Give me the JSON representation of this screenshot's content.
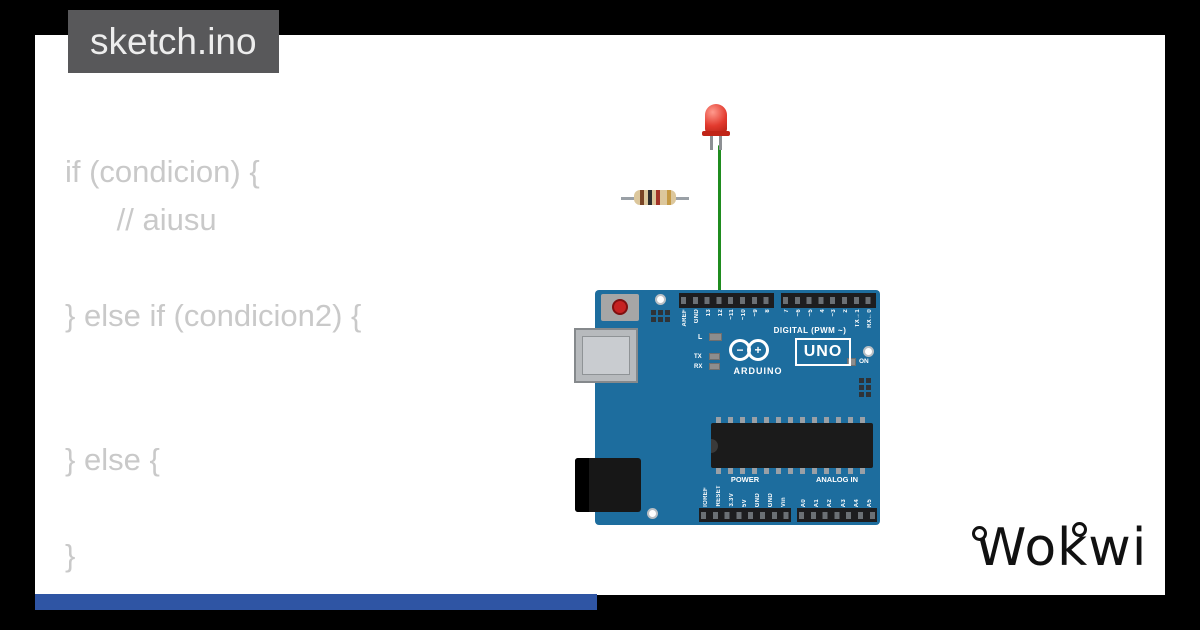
{
  "tab": {
    "title": "sketch.ino"
  },
  "code": {
    "text": "if (condicion) {\n      // aiusu\n\n} else if (condicion2) {\n\n\n} else {\n\n}"
  },
  "board": {
    "digital_section_label": "DIGITAL (PWM ~)",
    "brand": "ARDUINO",
    "model": "UNO",
    "minus": "−",
    "plus": "+",
    "power_section_label": "POWER",
    "analog_section_label": "ANALOG IN",
    "led_l_label": "L",
    "led_tx_label": "TX",
    "led_rx_label": "RX",
    "led_on_label": "ON",
    "digital_pins_left": [
      "AREF",
      "GND",
      "13",
      "12",
      "~11",
      "~10",
      "~9",
      "8"
    ],
    "digital_pins_right": [
      "7",
      "~6",
      "~5",
      "4",
      "~3",
      "2",
      "TX→1",
      "RX←0"
    ],
    "power_pins": [
      "IOREF",
      "RESET",
      "3.3V",
      "5V",
      "GND",
      "GND",
      "Vin"
    ],
    "analog_pins": [
      "A0",
      "A1",
      "A2",
      "A3",
      "A4",
      "A5"
    ]
  },
  "logo": {
    "text": "Wokwi"
  },
  "colors": {
    "frame": "#000000",
    "canvas": "#ffffff",
    "tab_bg": "#58585a",
    "tab_text": "#ededed",
    "code_text": "#c9c9c9",
    "board_blue": "#1d6d9e",
    "header_black": "#1d1d1f",
    "led_red": "#e23a2e",
    "wire_green": "#1f8c1f",
    "resistor_body": "#dcc79c",
    "usb_gray": "#b7babd",
    "bottom_bar_blue": "#2f55a4",
    "logo_black": "#111111"
  }
}
